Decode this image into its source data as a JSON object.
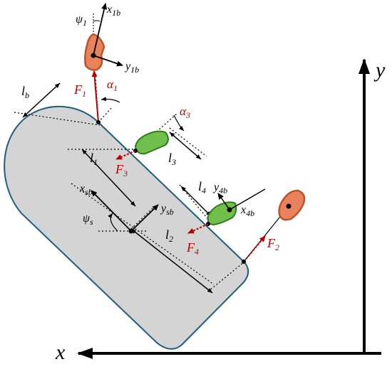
{
  "colors": {
    "hull_fill": "#d4d4d4",
    "hull_stroke": "#1f5f7a",
    "force": "#c00000",
    "orange_thruster": "#e9835d",
    "green_thruster": "#6fbf4a"
  },
  "icons": {
    "thruster_1": "orange-thruster-icon",
    "thruster_2": "orange-thruster-icon",
    "thruster_3": "green-thruster-icon",
    "thruster_4": "green-thruster-icon"
  },
  "labels": {
    "global_x": "x",
    "global_y": "y",
    "lb": "l",
    "lb_sub": "b",
    "l1": "l",
    "l1_sub": "1",
    "l2": "l",
    "l2_sub": "2",
    "l3": "l",
    "l3_sub": "3",
    "l4": "l",
    "l4_sub": "4",
    "xsb": "x",
    "xsb_sub": "sb",
    "ysb": "y",
    "ysb_sub": "sb",
    "psis": "ψ",
    "psis_sub": "s",
    "psi1": "ψ",
    "psi1_sub": "1",
    "x1b": "x",
    "x1b_sub": "1b",
    "y1b": "y",
    "y1b_sub": "1b",
    "x4b": "x",
    "x4b_sub": "4b",
    "y4b": "y",
    "y4b_sub": "4b",
    "f1": "F",
    "f1_sub": "1",
    "f2": "F",
    "f2_sub": "2",
    "f3": "F",
    "f3_sub": "3",
    "f4": "F",
    "f4_sub": "4",
    "alpha1": "α",
    "alpha1_sub": "1",
    "alpha3": "α",
    "alpha3_sub": "3"
  }
}
